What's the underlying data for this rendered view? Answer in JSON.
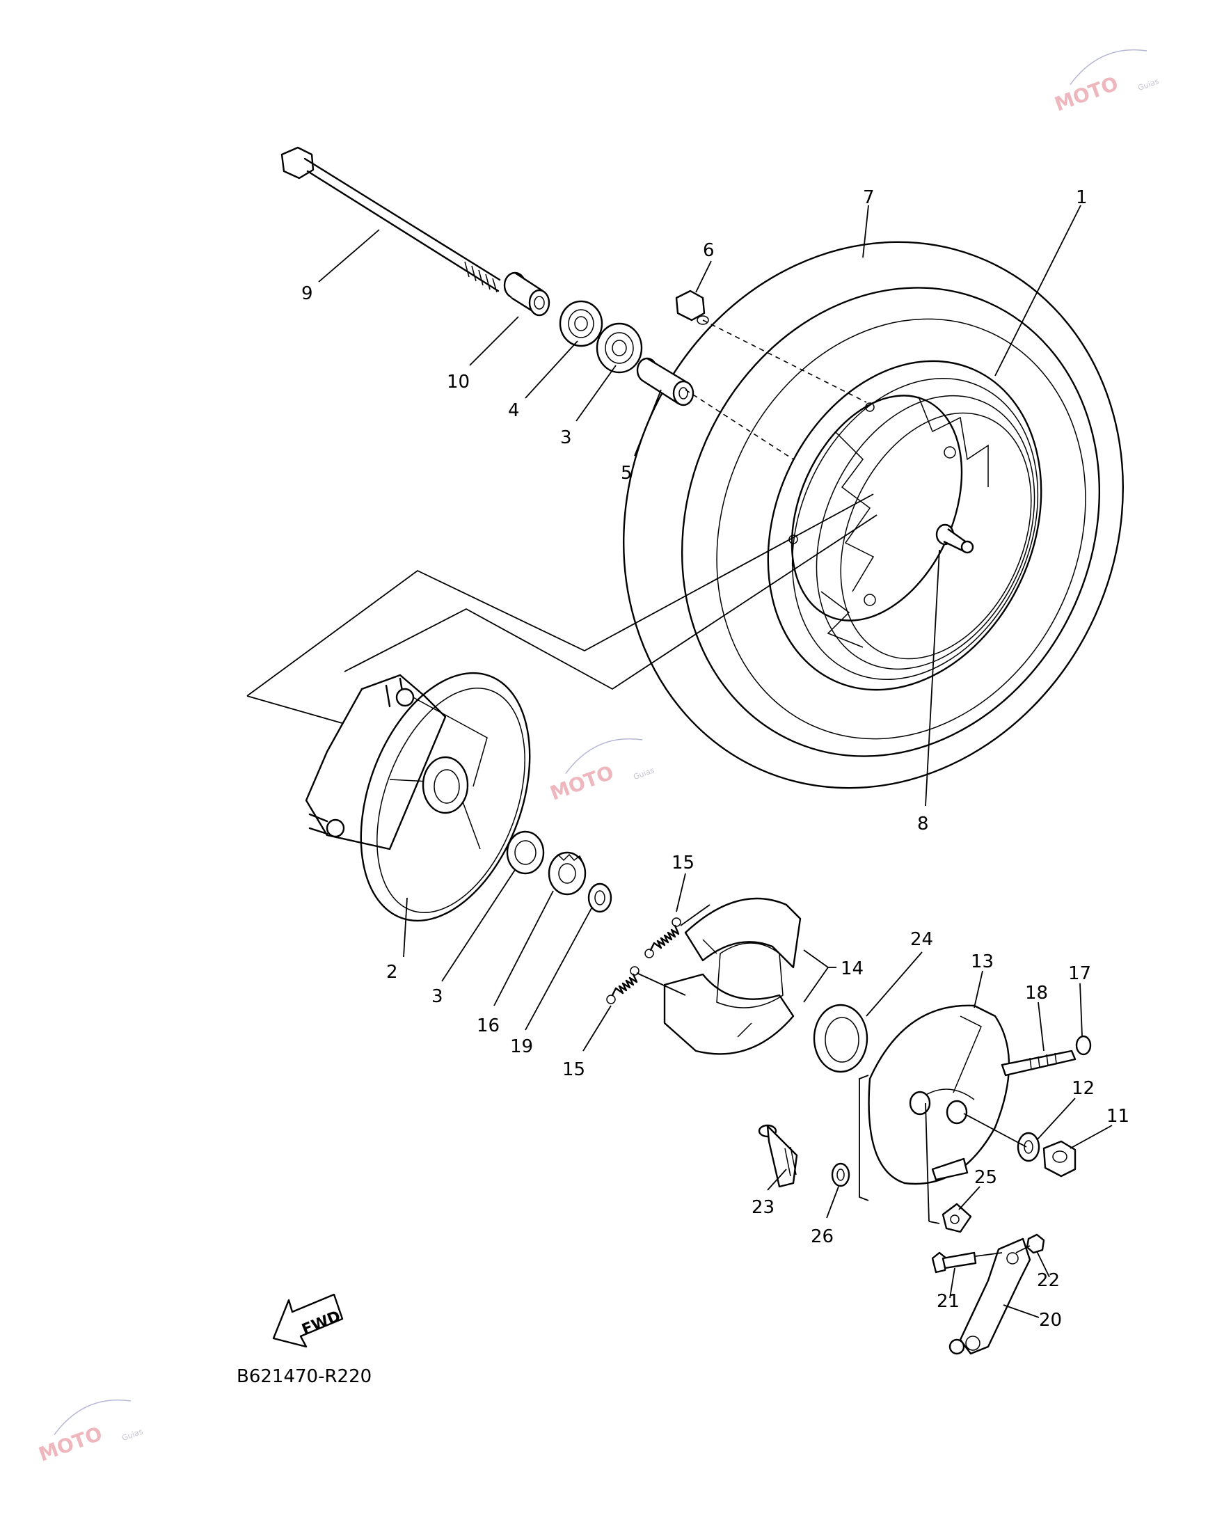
{
  "callouts": [
    "1",
    "2",
    "3",
    "3",
    "4",
    "5",
    "6",
    "7",
    "8",
    "9",
    "10",
    "11",
    "12",
    "13",
    "14",
    "15",
    "15",
    "16",
    "17",
    "18",
    "19",
    "20",
    "21",
    "22",
    "23",
    "24",
    "25",
    "26"
  ],
  "fwd_label": "FWD",
  "diagram_code": "B621470-R220",
  "watermark": {
    "brand": "MOTO",
    "sub": "Guias"
  },
  "icons": [
    "fwd-arrow-icon"
  ]
}
